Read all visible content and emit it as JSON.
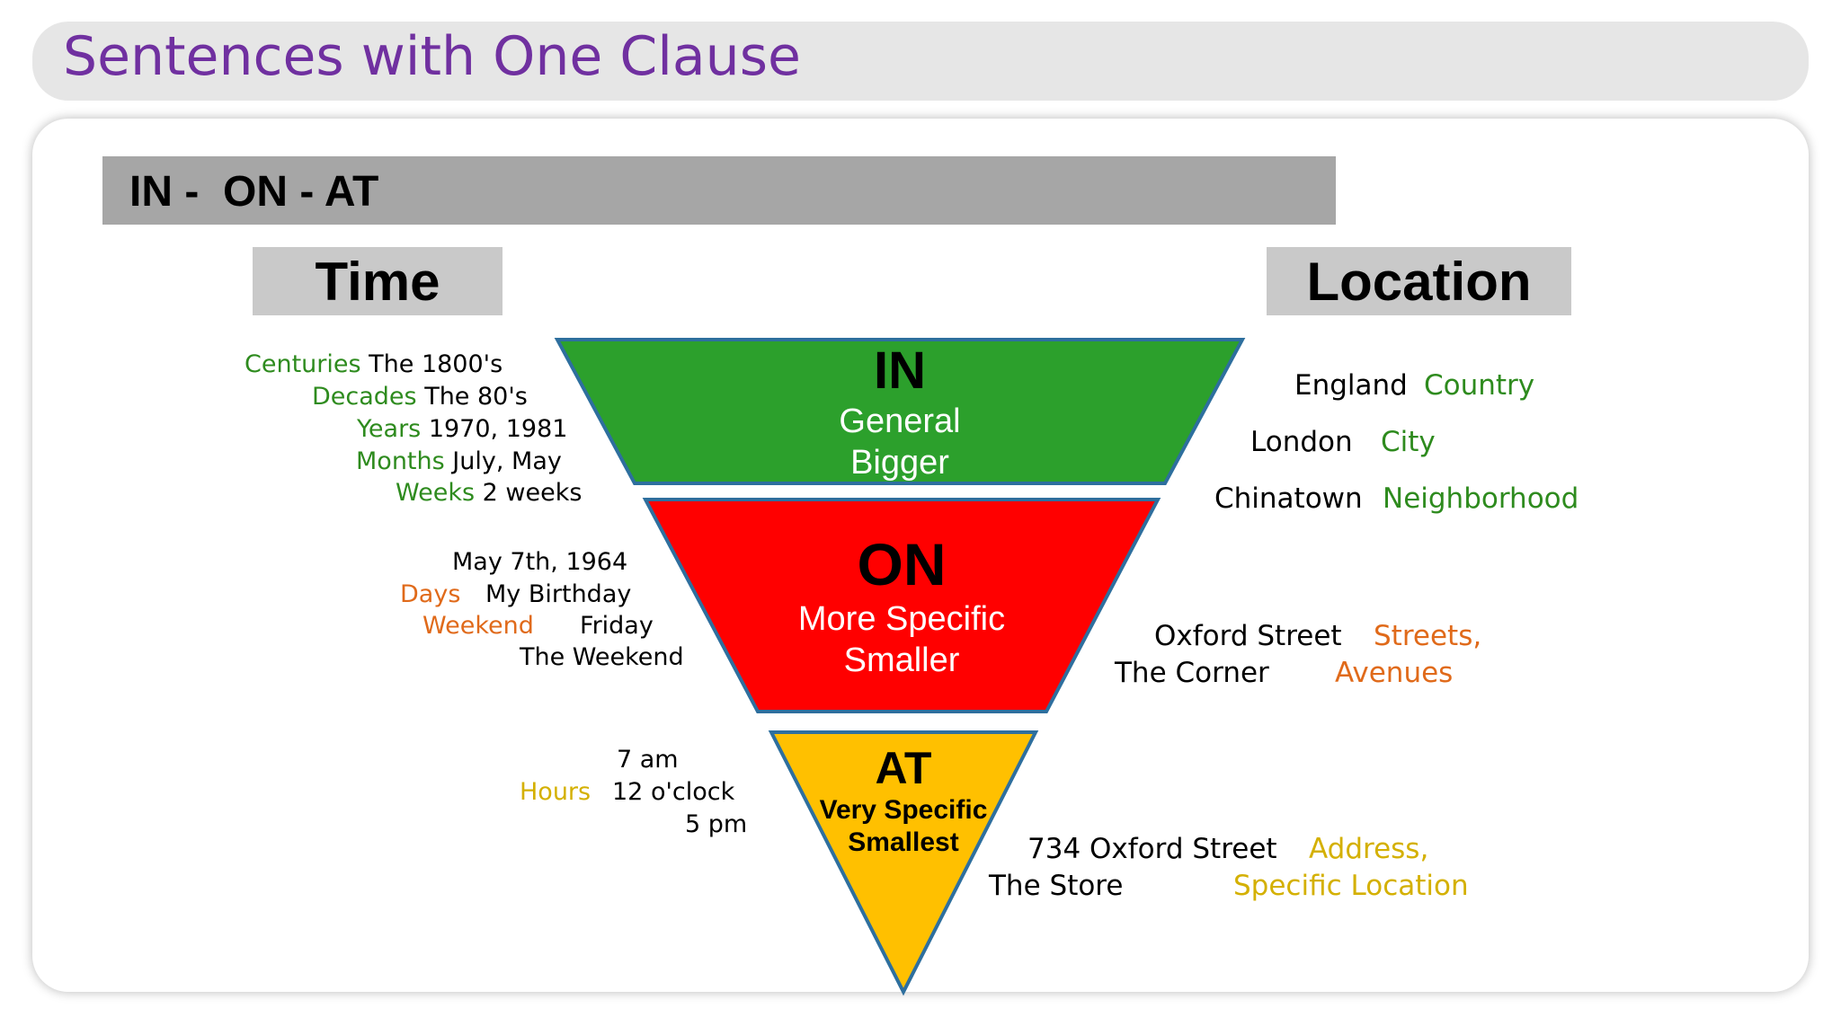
{
  "slide": {
    "title": "Sentences with One Clause",
    "header": "IN -  ON - AT",
    "time_label": "Time",
    "location_label": "Location"
  },
  "colors": {
    "title": "#7030a0",
    "in_fill": "#2ca02c",
    "on_fill": "#ff0000",
    "at_fill": "#ffc000",
    "outline": "#2e6f9e",
    "green_text": "#2e8b1e",
    "orange_text": "#e06a1a",
    "yellow_text": "#d4b000"
  },
  "pyramid": {
    "in": {
      "label": "IN",
      "line1": "General",
      "line2": "Bigger"
    },
    "on": {
      "label": "ON",
      "line1": "More Specific",
      "line2": "Smaller"
    },
    "at": {
      "label": "AT",
      "line1": "Very Specific",
      "line2": "Smallest"
    }
  },
  "time": {
    "in_rows": [
      {
        "category": "Centuries",
        "value": "The 1800's"
      },
      {
        "category": "Decades",
        "value": "The 80's"
      },
      {
        "category": "Years",
        "value": "1970, 1981"
      },
      {
        "category": "Months",
        "value": "July, May"
      },
      {
        "category": "Weeks",
        "value": "2 weeks"
      }
    ],
    "on": {
      "example1": "May 7th, 1964",
      "cat1": "Days",
      "example2": "My Birthday",
      "cat2": "Weekend",
      "example3": "Friday",
      "example4": "The Weekend"
    },
    "at": {
      "example1": "7 am",
      "category": "Hours",
      "example2": "12 o'clock",
      "example3": "5 pm"
    }
  },
  "location": {
    "in_rows": [
      {
        "value": "England",
        "category": "Country"
      },
      {
        "value": "London",
        "category": "City"
      },
      {
        "value": "Chinatown",
        "category": "Neighborhood"
      }
    ],
    "on": {
      "example1": "Oxford Street",
      "cat1": "Streets,",
      "example2": "The Corner",
      "cat2": "Avenues"
    },
    "at": {
      "example1": "734 Oxford Street",
      "cat1": "Address,",
      "example2": "The Store",
      "cat2": "Specific Location"
    }
  }
}
